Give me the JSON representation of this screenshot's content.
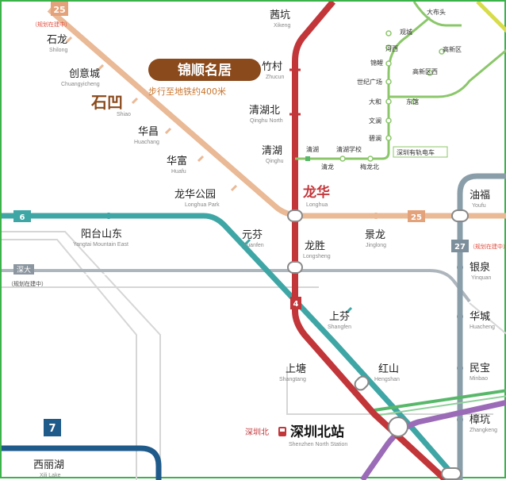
{
  "promo": {
    "title": "锦顺名居",
    "subtitle": "步行至地铁约400米"
  },
  "lines": {
    "l25": {
      "number": "25",
      "note": "（规划在建中）"
    },
    "l6": {
      "number": "6"
    },
    "l27": {
      "number": "27",
      "note": "（规划在建中）"
    },
    "l7": {
      "number": "7"
    },
    "l4": {
      "number": "4"
    },
    "shenda": {
      "label": "深大",
      "note": "（规划在建中）"
    }
  },
  "tram": {
    "legend": "深圳有轨电车",
    "stations": [
      "大布头",
      "观城",
      "河西",
      "锦鲤",
      "世纪广场",
      "大和",
      "文澜",
      "碧澜",
      "高新区",
      "高新区西",
      "东馆",
      "清湖",
      "清湖学校",
      "清龙",
      "梅龙北"
    ]
  },
  "stations": {
    "shilong": {
      "cn": "石龙",
      "en": "Shilong"
    },
    "chuangyicheng": {
      "cn": "创意城",
      "en": "Chuangyicheng"
    },
    "shiao": {
      "cn": "石凹",
      "en": "Shiao"
    },
    "huachang": {
      "cn": "华昌",
      "en": "Huachang"
    },
    "huafu": {
      "cn": "华富",
      "en": "Huafu"
    },
    "longhuagongyuan": {
      "cn": "龙华公园",
      "en": "Longhua Park"
    },
    "xikeng": {
      "cn": "茜坑",
      "en": "Xikeng"
    },
    "zhucun": {
      "cn": "竹村",
      "en": "Zhucun"
    },
    "qinghubei": {
      "cn": "清湖北",
      "en": "Qinghu North"
    },
    "qinghu": {
      "cn": "清湖",
      "en": "Qinghu"
    },
    "longhua": {
      "cn": "龙华",
      "en": "Longhua"
    },
    "youfu": {
      "cn": "油福",
      "en": "Youfu"
    },
    "yangtaishandong": {
      "cn": "阳台山东",
      "en": "Yangtai Mountain East"
    },
    "yuanfen": {
      "cn": "元芬",
      "en": "Yuanfen"
    },
    "longsheng": {
      "cn": "龙胜",
      "en": "Longsheng"
    },
    "jinglong": {
      "cn": "景龙",
      "en": "Jinglong"
    },
    "yinquan": {
      "cn": "银泉",
      "en": "Yinquan"
    },
    "shangfen": {
      "cn": "上芬",
      "en": "Shangfen"
    },
    "huacheng": {
      "cn": "华城",
      "en": "Huacheng"
    },
    "shangtang": {
      "cn": "上塘",
      "en": "Shangtang"
    },
    "hongshan": {
      "cn": "红山",
      "en": "Hengshan"
    },
    "minbao": {
      "cn": "民宝",
      "en": "Minbao"
    },
    "zhangkeng": {
      "cn": "樟坑",
      "en": "Zhangkeng"
    },
    "xilihu": {
      "cn": "西丽湖",
      "en": "Xili Lake"
    },
    "shenzhennorth": {
      "cn": "深圳北站",
      "en": "Shenzhen North Station",
      "rail": "深圳北"
    }
  }
}
